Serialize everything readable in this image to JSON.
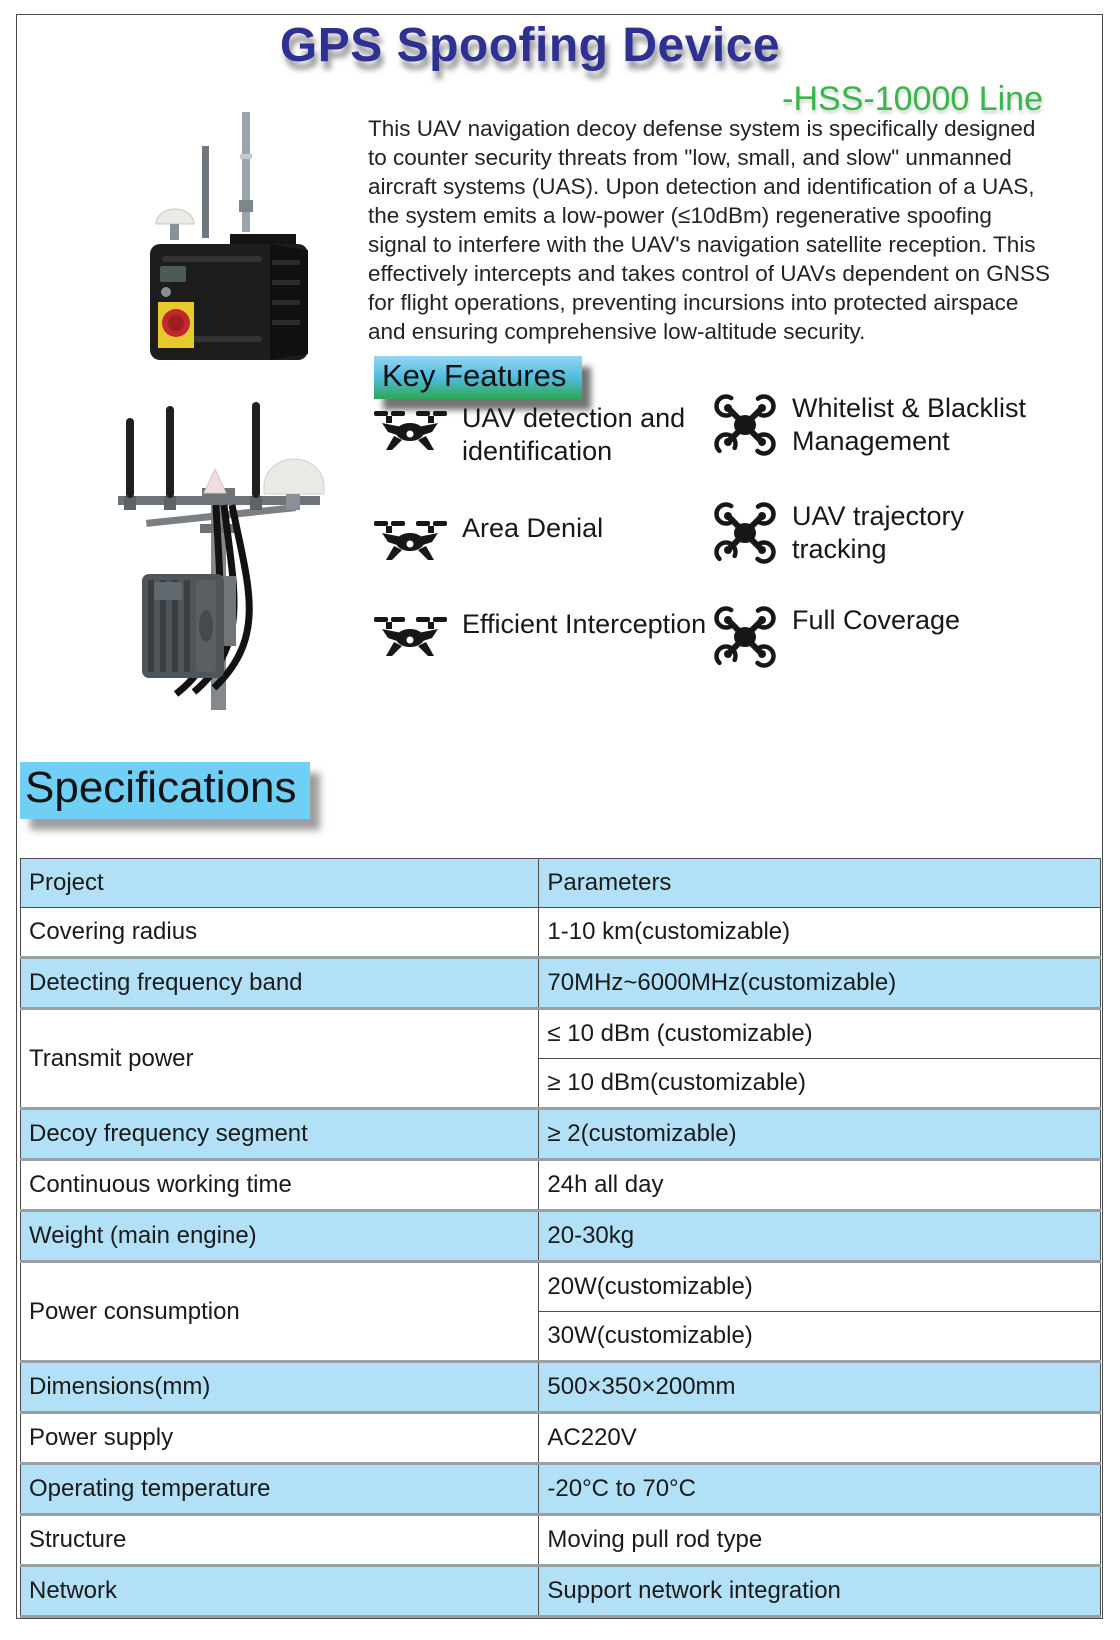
{
  "page": {
    "title": "GPS Spoofing Device",
    "subtitle": "-HSS-10000 Line",
    "description": "This UAV navigation decoy defense system is specifically designed to counter security threats from \"low, small, and slow\" unmanned aircraft systems (UAS). Upon detection and identification of a UAS, the system emits a low-power (≤10dBm) regenerative spoofing signal to interfere with the UAV's navigation satellite reception. This effectively intercepts and takes control of UAVs dependent on GNSS for flight operations, preventing incursions into protected airspace and ensuring comprehensive low-altitude security."
  },
  "key_features": {
    "heading": "Key Features",
    "items": [
      {
        "label": "UAV detection and identification",
        "icon": "drone-side-icon"
      },
      {
        "label": "Whitelist & Blacklist Management",
        "icon": "drone-top-icon"
      },
      {
        "label": "Area Denial",
        "icon": "drone-side-icon"
      },
      {
        "label": "UAV trajectory tracking",
        "icon": "drone-top-icon"
      },
      {
        "label": "Efficient Interception",
        "icon": "drone-side-icon"
      },
      {
        "label": "Full Coverage",
        "icon": "drone-top-icon"
      }
    ]
  },
  "specifications": {
    "heading": "Specifications",
    "columns": [
      "Project",
      "Parameters"
    ],
    "rows": [
      {
        "project": "Covering radius",
        "parameters": [
          "1-10 km(customizable)"
        ]
      },
      {
        "project": "Detecting frequency band",
        "parameters": [
          "70MHz~6000MHz(customizable)"
        ]
      },
      {
        "project": "Transmit power",
        "parameters": [
          "≤ 10 dBm (customizable)",
          "≥ 10 dBm(customizable)"
        ]
      },
      {
        "project": "Decoy frequency segment",
        "parameters": [
          "≥ 2(customizable)"
        ]
      },
      {
        "project": "Continuous working time",
        "parameters": [
          "24h all day"
        ]
      },
      {
        "project": "Weight (main engine)",
        "parameters": [
          "20-30kg"
        ]
      },
      {
        "project": "Power consumption",
        "parameters": [
          "20W(customizable)",
          "30W(customizable)"
        ]
      },
      {
        "project": "Dimensions(mm)",
        "parameters": [
          "500×350×200mm"
        ]
      },
      {
        "project": "Power supply",
        "parameters": [
          "AC220V"
        ]
      },
      {
        "project": "Operating temperature",
        "parameters": [
          "-20°C to 70°C"
        ]
      },
      {
        "project": "Structure",
        "parameters": [
          "Moving pull rod type"
        ]
      },
      {
        "project": "Network",
        "parameters": [
          "Support network integration"
        ]
      }
    ]
  },
  "colors": {
    "title_blue": "#2E3192",
    "subtitle_green": "#3AB54A",
    "spec_heading_highlight": "#6FCFF5",
    "feature_gradient_top": "#96D5EF",
    "feature_gradient_bottom": "#2FA750",
    "table_row_blue": "#B2E1F7",
    "table_border": "#4d4d4d"
  },
  "images": [
    {
      "name": "portable-case-device-photo",
      "alt": "black portable case unit with antennas, GPS dome and red emergency button"
    },
    {
      "name": "pole-mounted-device-photo",
      "alt": "pole mounted unit with three antennas, dome and finned amplifier box"
    }
  ]
}
